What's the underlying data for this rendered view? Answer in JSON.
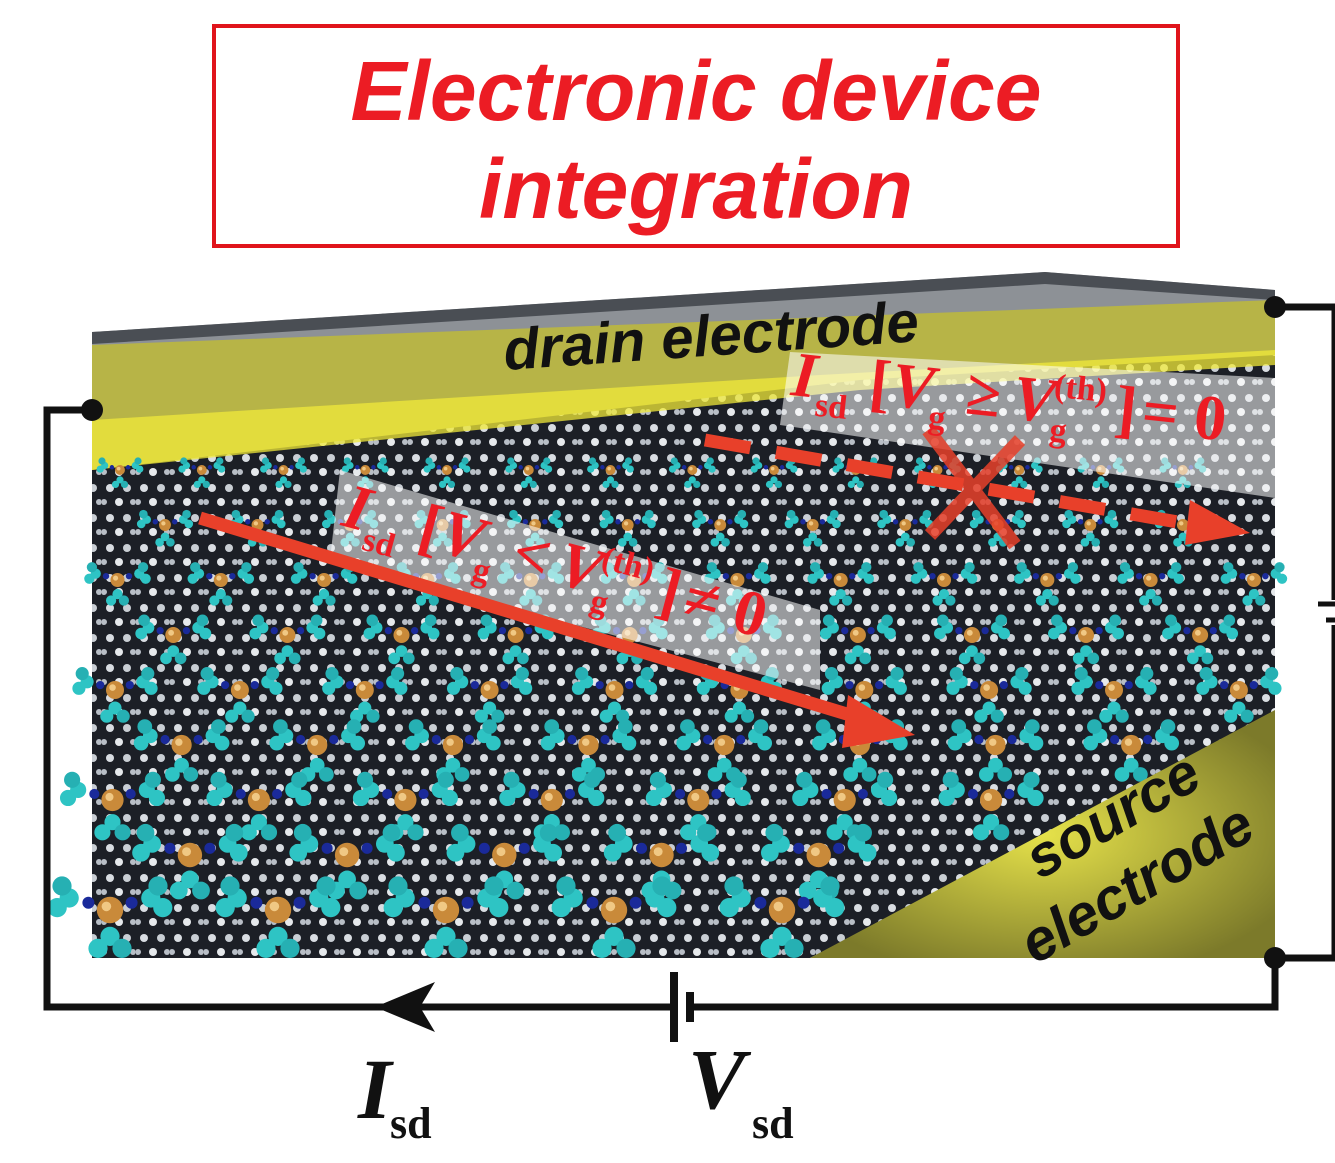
{
  "title": {
    "line1": "Electronic device",
    "line2": "integration"
  },
  "labels": {
    "drain": "drain electrode",
    "source_line1": "source",
    "source_line2": "electrode"
  },
  "annotations": {
    "open_channel": {
      "I": "I",
      "I_sub": "sd",
      "bracket_open": "[",
      "V1": "V",
      "V1_sub": "g",
      "relation": "<",
      "V2": "V",
      "V2_sub": "g",
      "V2_sup": "(th)",
      "bracket_close": "]",
      "result": "≠ 0"
    },
    "closed_channel": {
      "I": "I",
      "I_sub": "sd",
      "bracket_open": "[",
      "V1": "V",
      "V1_sub": "g",
      "relation": "≥",
      "V2": "V",
      "V2_sub": "g",
      "V2_sup": "(th)",
      "bracket_close": "]",
      "result": "= 0"
    }
  },
  "circuit": {
    "current": "I",
    "current_sub": "sd",
    "voltage": "V",
    "voltage_sub": "sd"
  },
  "colors": {
    "title_red": "#ec1c24",
    "arrow_red": "#e8402a",
    "molecule_cyan": "#2ec4c4",
    "metal_node": "#c98a3a",
    "nitrogen_blue": "#1a2a9a",
    "electrode_yellow": "#d8d43a"
  }
}
